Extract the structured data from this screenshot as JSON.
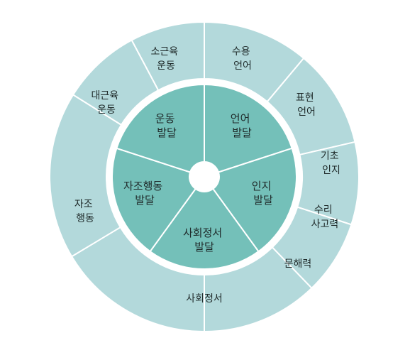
{
  "inner_segments": [
    {
      "lines": [
        "언어",
        "발달"
      ]
    },
    {
      "lines": [
        "인지",
        "발달"
      ]
    },
    {
      "lines": [
        "사회정서",
        "발달"
      ]
    },
    {
      "lines": [
        "자조행동",
        "발달"
      ]
    },
    {
      "lines": [
        "운동",
        "발달"
      ]
    }
  ],
  "outer_segments": [
    {
      "lines": [
        "수용",
        "언어"
      ]
    },
    {
      "lines": [
        "표현",
        "언어"
      ]
    },
    {
      "lines": [
        "기초",
        "인지"
      ]
    },
    {
      "lines": [
        "수리",
        "사고력"
      ]
    },
    {
      "lines": [
        "문해력"
      ]
    },
    {
      "lines": [
        "사회정서"
      ]
    },
    {
      "lines": [
        "자조",
        "행동"
      ]
    },
    {
      "lines": [
        "대근육",
        "운동"
      ]
    },
    {
      "lines": [
        "소근육",
        "운동"
      ]
    }
  ],
  "colors": {
    "outer_ring": "#b3d9db",
    "inner_ring": "#74c0b9",
    "divider": "#ffffff",
    "text": "#1f2a2a"
  }
}
